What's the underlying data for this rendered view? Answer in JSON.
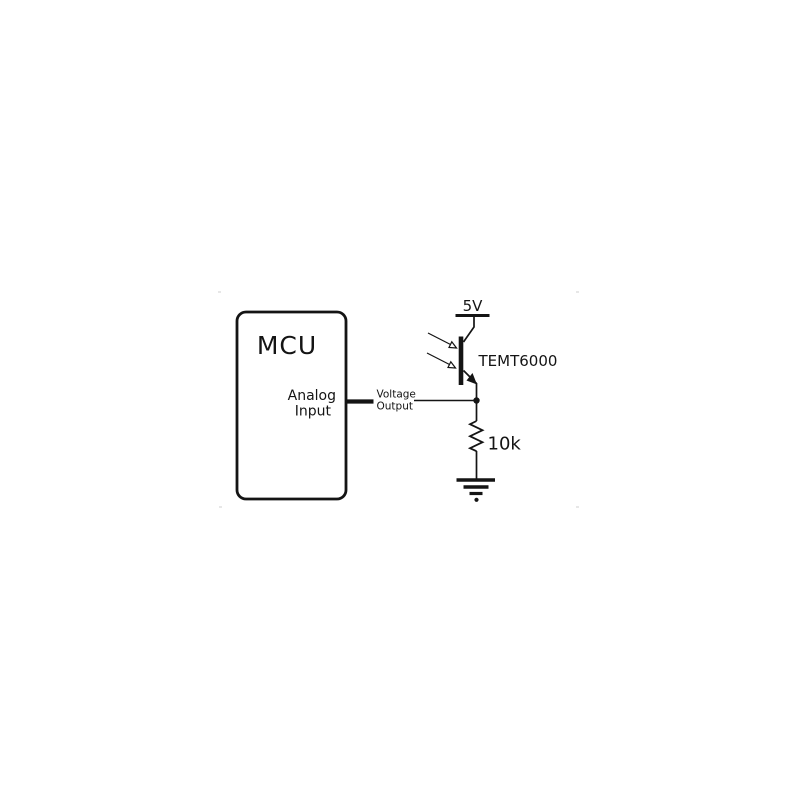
{
  "colors": {
    "ink": "#141414",
    "background": "#ffffff"
  },
  "diagram": {
    "type": "circuit-schematic",
    "mcu": {
      "label": "MCU",
      "pin_line1": "Analog",
      "pin_line2": "Input"
    },
    "net": {
      "line1": "Voltage",
      "line2": "Output"
    },
    "supply": {
      "label": "5V"
    },
    "phototransistor": {
      "label": "TEMT6000"
    },
    "resistor": {
      "label": "10k"
    },
    "icons": {
      "light_rays": "incident-light-arrows",
      "ground": "earth-ground-symbol",
      "junction": "wire-junction-dot",
      "emitter_arrow": "npn-emitter-arrow",
      "supply_bar": "power-rail-bar"
    }
  }
}
